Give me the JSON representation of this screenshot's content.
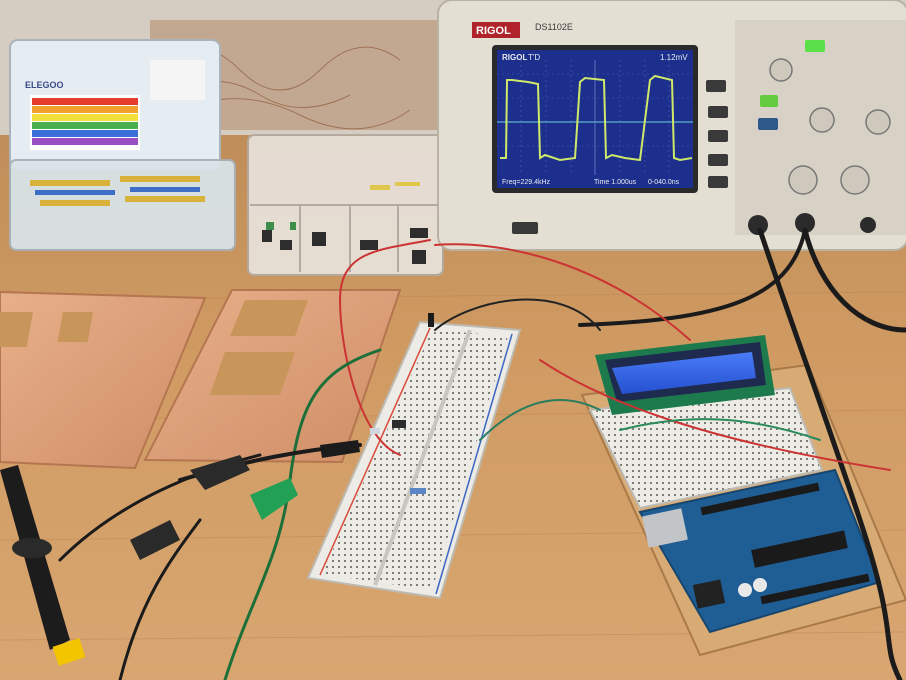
{
  "scene": {
    "oscilloscope": {
      "brand": "RIGOL",
      "model": "DS1102E",
      "screen": {
        "header_brand": "RIGOL",
        "header_mode": "T'D",
        "header_value": "1.12mV",
        "footer_left": "Freq=229.4kHz",
        "footer_mid": "Time 1.000us",
        "footer_right": "0-040.0ns"
      }
    },
    "resistor_box": {
      "brand": "ELEGOO"
    },
    "colors": {
      "bench": "#c8955a",
      "scope_case": "#e4dfd3",
      "scope_screen": "#1d2f8c",
      "trace": "#cfe86a",
      "breadboard": "#ece9e2",
      "lcd": "#2f63e6",
      "arduino": "#1f5e94",
      "copper": "#dba07a"
    }
  }
}
